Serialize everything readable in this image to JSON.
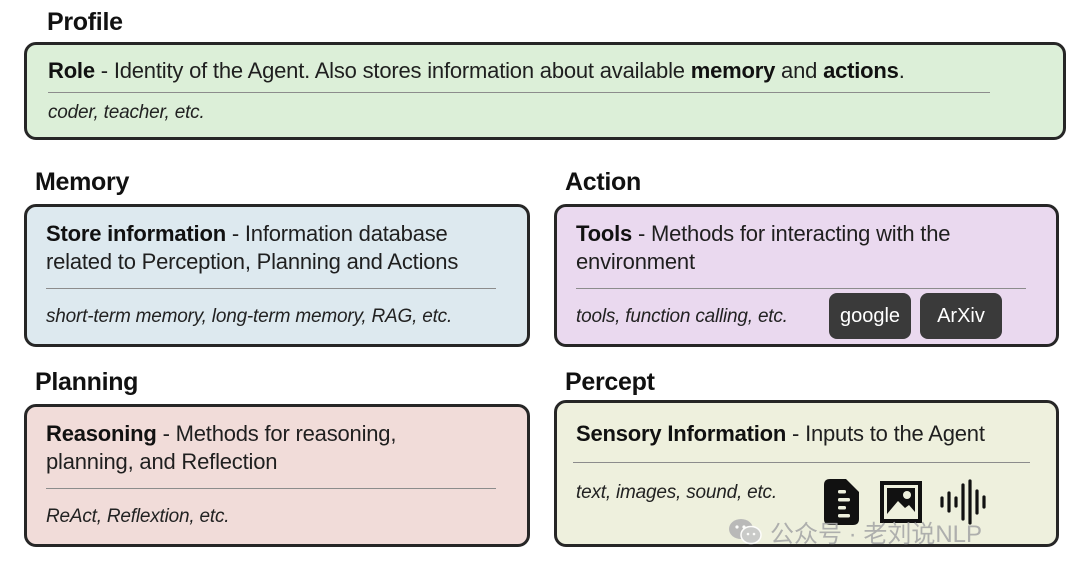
{
  "profile": {
    "title": "Profile",
    "lead": "Role",
    "text_1": " - Identity of the Agent. Also stores information about available ",
    "memory_word": "memory",
    "text_2": " and ",
    "actions_word": "actions",
    "text_3": ".",
    "examples": "coder, teacher, etc.",
    "color": "#dcefd8"
  },
  "memory": {
    "title": "Memory",
    "lead": "Store information",
    "text": " - Information database related to Perception, Planning and Actions",
    "examples": "short-term memory, long-term memory, RAG, etc.",
    "color": "#dde9ef"
  },
  "action": {
    "title": "Action",
    "lead": "Tools",
    "text": " - Methods for interacting with the environment",
    "examples": "tools, function calling, etc.",
    "badges": [
      "google",
      "ArXiv"
    ],
    "color": "#ead9ef"
  },
  "planning": {
    "title": "Planning",
    "lead": "Reasoning",
    "text": " - Methods for reasoning, planning, and Reflection",
    "examples": "ReAct, Reflextion, etc.",
    "color": "#f1dcd9"
  },
  "percept": {
    "title": "Percept",
    "lead": "Sensory Information",
    "text": " - Inputs to the Agent",
    "examples": "text, images, sound, etc.",
    "icons": [
      "document-icon",
      "image-icon",
      "sound-wave-icon"
    ],
    "color": "#eef0dd"
  },
  "watermark": {
    "text": "公众号 · 老刘说NLP"
  }
}
